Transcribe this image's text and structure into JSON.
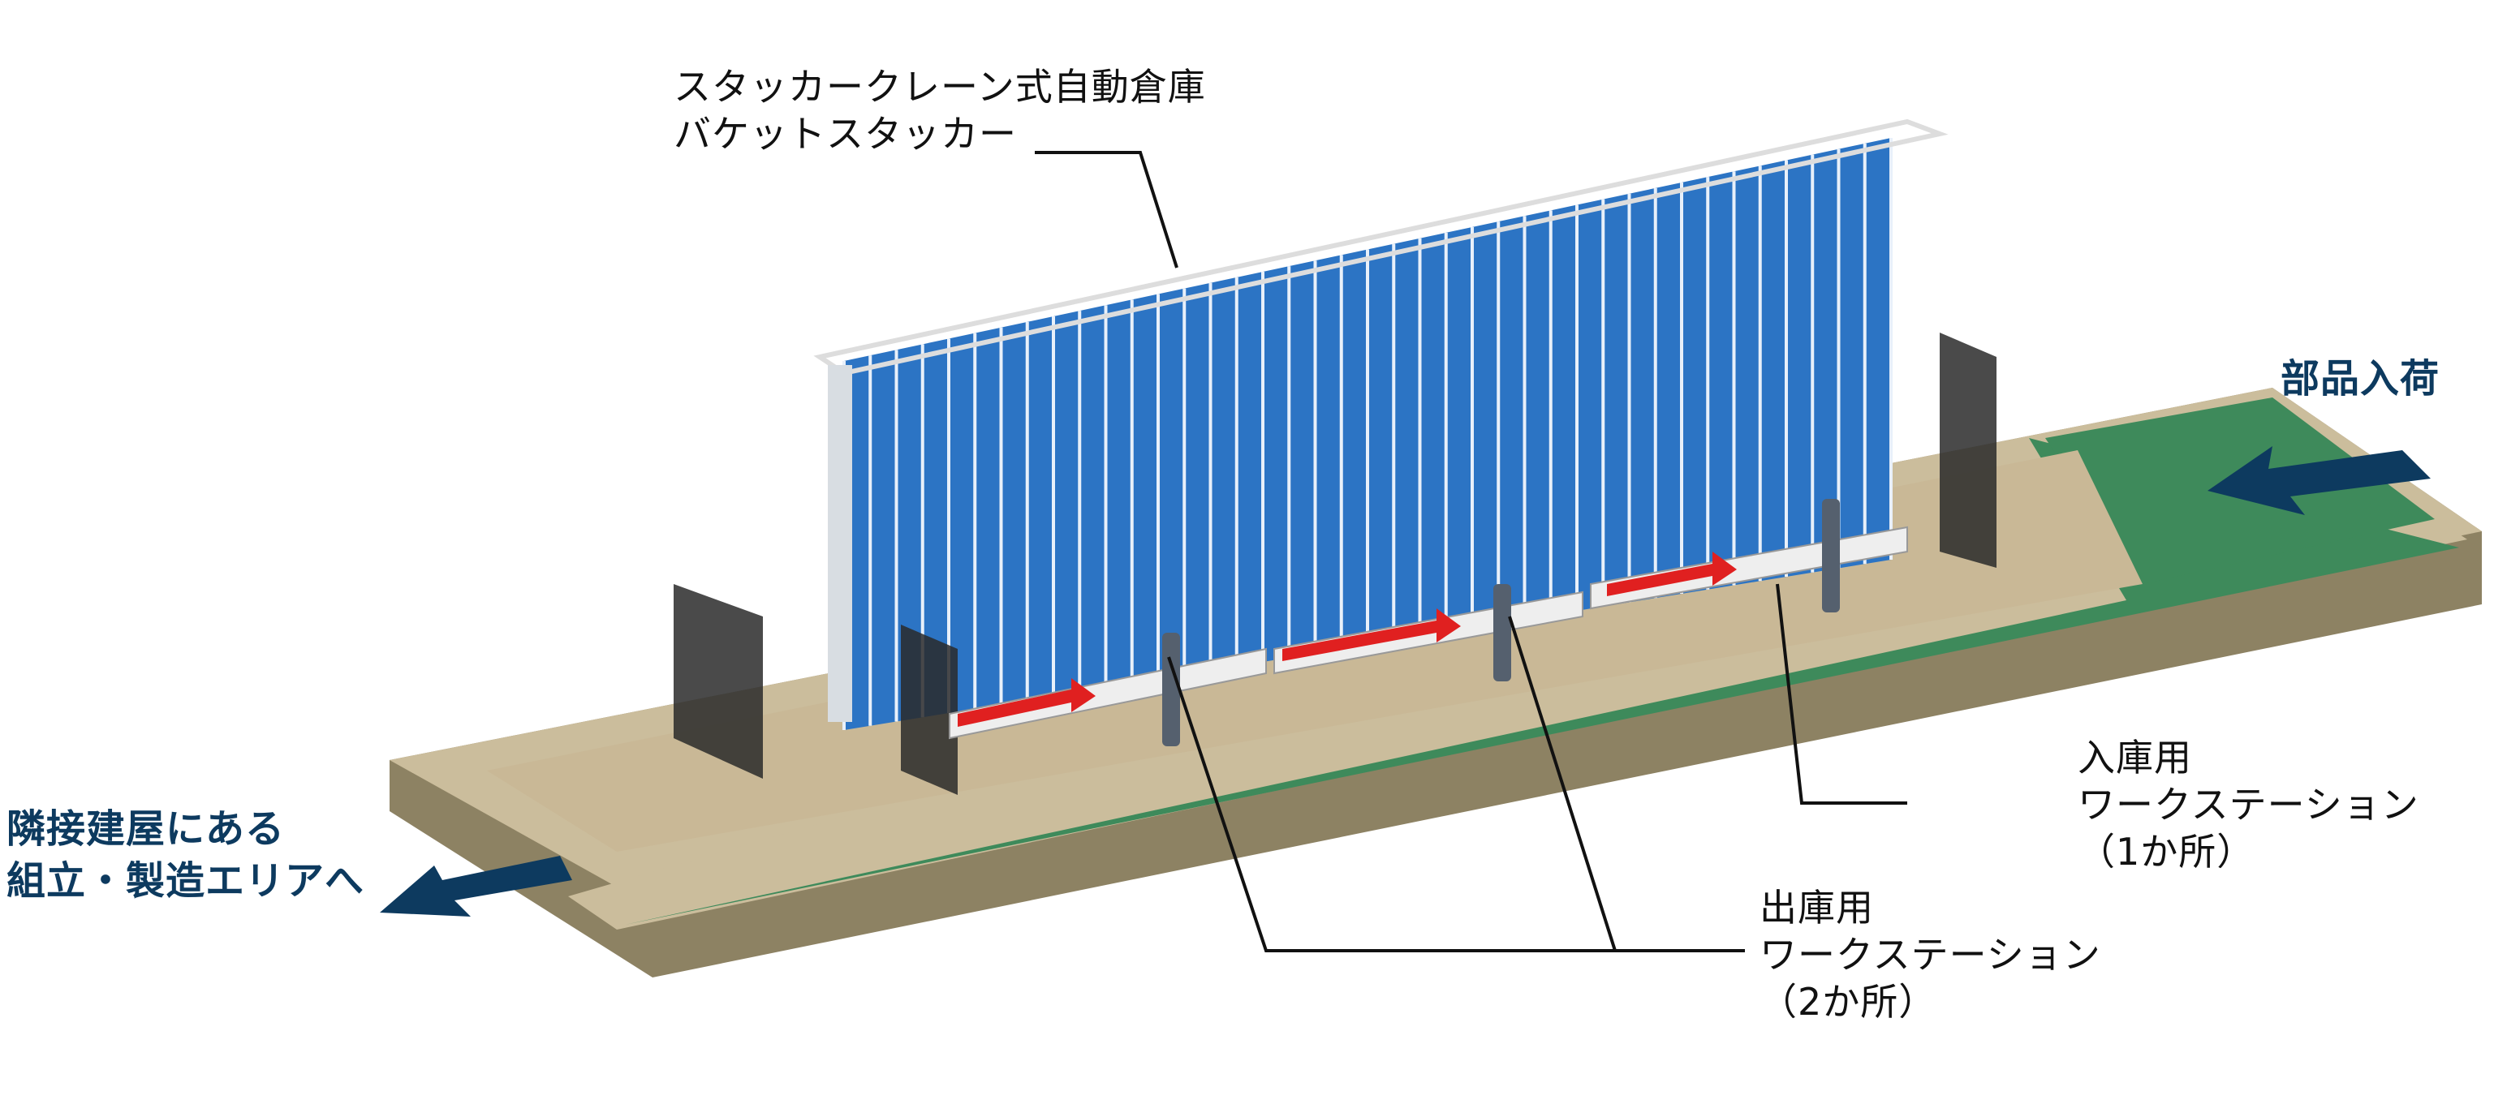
{
  "labels": {
    "warehouse": {
      "line1": "スタッカークレーン式自動倉庫",
      "line2": "バケットスタッカー"
    },
    "incoming_parts": "部品入荷",
    "to_assembly": {
      "line1": "隣接建屋にある",
      "line2": "組立・製造エリアへ"
    },
    "inbound_ws": {
      "line1": "入庫用",
      "line2": "ワークステーション",
      "line3": "（1か所）"
    },
    "outbound_ws": {
      "line1": "出庫用",
      "line2": "ワークステーション",
      "line3": "（2か所）"
    }
  },
  "colors": {
    "rack_blue": "#2c74c4",
    "floor_top": "#cbbd9c",
    "floor_side": "#8d8263",
    "green_strip": "#3e8a5b",
    "arrow_navy": "#0d3a5f",
    "flow_red": "#e02020"
  }
}
